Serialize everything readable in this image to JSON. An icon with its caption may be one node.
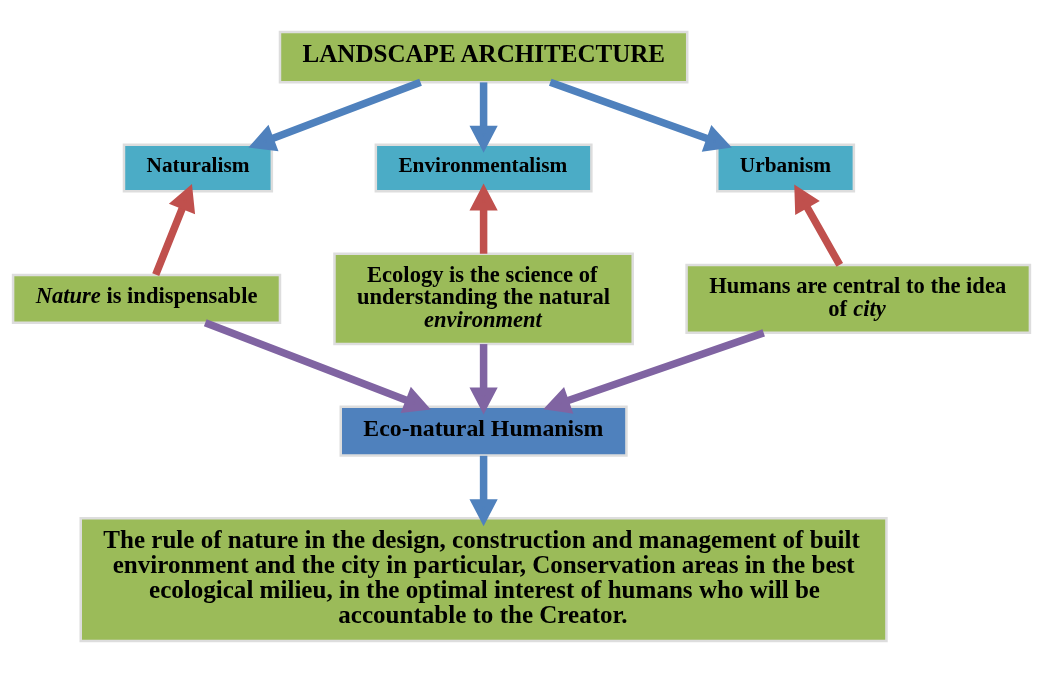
{
  "diagram": {
    "nodes": [
      {
        "text": [
          "LANDSCAPE ARCHITECTURE"
        ]
      },
      {
        "text": [
          "Naturalism"
        ]
      },
      {
        "text": [
          "Environmentalism"
        ]
      },
      {
        "text": [
          "Urbanism"
        ]
      },
      {
        "text": [
          "*Nature* is indispensable"
        ]
      },
      {
        "text": [
          "Ecology is the science of understanding the natural *environment*"
        ]
      },
      {
        "text": [
          "Humans are central to the idea of *city*"
        ]
      },
      {
        "text": [
          "Eco-natural Humanism"
        ]
      },
      {
        "text": [
          "The rule of nature in the design, construction and management of built environment and the city in particular, Conservation areas in the best ecological milieu, in the optimal interest of humans who will be accountable to the Creator."
        ]
      }
    ],
    "edges": [
      {
        "from": 0,
        "to": 1,
        "arrow": "to"
      },
      {
        "from": 0,
        "to": 2,
        "arrow": "to"
      },
      {
        "from": 0,
        "to": 3,
        "arrow": "to"
      },
      {
        "from": 4,
        "to": 1,
        "arrow": "to",
        "color": "#c0504d"
      },
      {
        "from": 5,
        "to": 2,
        "arrow": "to",
        "color": "#c0504d"
      },
      {
        "from": 6,
        "to": 3,
        "arrow": "to",
        "color": "#c0504d"
      },
      {
        "from": 4,
        "to": 7,
        "arrow": "to",
        "color": "#8064a2"
      },
      {
        "from": 5,
        "to": 7,
        "arrow": "to",
        "color": "#8064a2"
      },
      {
        "from": 6,
        "to": 7,
        "arrow": "to",
        "color": "#8064a2"
      },
      {
        "from": 7,
        "to": 8,
        "arrow": "to"
      }
    ]
  }
}
